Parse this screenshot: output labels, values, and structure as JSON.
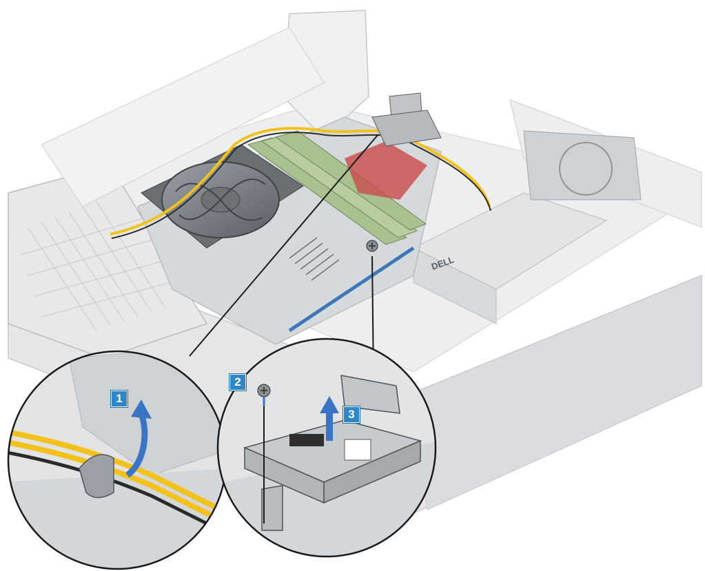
{
  "callouts": [
    {
      "label": "1"
    },
    {
      "label": "2"
    },
    {
      "label": "3"
    }
  ],
  "psu_brand": "DELL",
  "colors": {
    "callout_fill": "#2f86c8",
    "cable_yellow": "#f2c21b",
    "arrow_blue": "#3a74c4",
    "chassis_gray": "#d9dcdf",
    "outline": "#1a1a1a"
  }
}
